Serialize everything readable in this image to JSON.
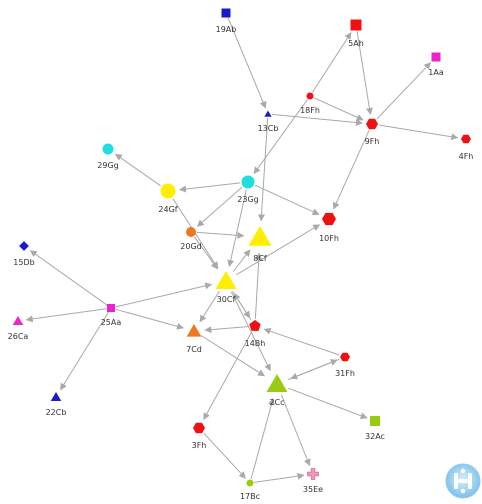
{
  "colors": {
    "edge": "#a9a9a9",
    "label": "#333333",
    "red": "#ee1111",
    "blue": "#1a1acc",
    "magenta": "#ee22cc",
    "cyan": "#22dddd",
    "yellow": "#ffee00",
    "orange": "#ee7722",
    "green": "#99cc11",
    "pink": "#ee99bb"
  },
  "nodes": [
    {
      "id": "19Ab",
      "label": "19Ab",
      "shape": "square",
      "color": "blue"
    },
    {
      "id": "5Ah",
      "label": "5Ah",
      "shape": "square",
      "color": "red"
    },
    {
      "id": "1Aa",
      "label": "1Aa",
      "shape": "square",
      "color": "magenta"
    },
    {
      "id": "18Fh",
      "label": "18Fh",
      "shape": "circle",
      "color": "red"
    },
    {
      "id": "13Cb",
      "label": "13Cb",
      "shape": "triangle",
      "color": "blue"
    },
    {
      "id": "9Fh",
      "label": "9Fh",
      "shape": "hexagon",
      "color": "red"
    },
    {
      "id": "4Fh",
      "label": "4Fh",
      "shape": "hexagon",
      "color": "red"
    },
    {
      "id": "29Gg",
      "label": "29Gg",
      "shape": "circle",
      "color": "cyan"
    },
    {
      "id": "24Gf",
      "label": "24Gf",
      "shape": "circle",
      "color": "yellow"
    },
    {
      "id": "23Gg",
      "label": "23Gg",
      "shape": "circle",
      "color": "cyan"
    },
    {
      "id": "10Fh",
      "label": "10Fh",
      "shape": "hexagon",
      "color": "red"
    },
    {
      "id": "20Gd",
      "label": "20Gd",
      "shape": "circle",
      "color": "orange"
    },
    {
      "id": "8Cf",
      "label": "8Cf",
      "shape": "triangle",
      "color": "yellow"
    },
    {
      "id": "15Db",
      "label": "15Db",
      "shape": "diamond",
      "color": "blue"
    },
    {
      "id": "30Cf",
      "label": "30Cf",
      "shape": "triangle",
      "color": "yellow"
    },
    {
      "id": "25Aa",
      "label": "25Aa",
      "shape": "square",
      "color": "magenta"
    },
    {
      "id": "26Ca",
      "label": "26Ca",
      "shape": "triangle",
      "color": "magenta"
    },
    {
      "id": "7Cd",
      "label": "7Cd",
      "shape": "triangle",
      "color": "orange"
    },
    {
      "id": "14Bh",
      "label": "14Bh",
      "shape": "pentagon",
      "color": "red"
    },
    {
      "id": "31Fh",
      "label": "31Fh",
      "shape": "hexagon",
      "color": "red"
    },
    {
      "id": "22Cb",
      "label": "22Cb",
      "shape": "triangle",
      "color": "blue"
    },
    {
      "id": "2Cc",
      "label": "2Cc",
      "shape": "triangle",
      "color": "green"
    },
    {
      "id": "32Ac",
      "label": "32Ac",
      "shape": "square",
      "color": "green"
    },
    {
      "id": "3Fh",
      "label": "3Fh",
      "shape": "hexagon",
      "color": "red"
    },
    {
      "id": "17Bc",
      "label": "17Bc",
      "shape": "circle",
      "color": "green"
    },
    {
      "id": "35Ee",
      "label": "35Ee",
      "shape": "cross",
      "color": "pink"
    }
  ],
  "edges": [
    {
      "from": "18Fh",
      "to": "5Ah"
    },
    {
      "from": "5Ah",
      "to": "9Fh"
    },
    {
      "from": "9Fh",
      "to": "1Aa"
    },
    {
      "from": "9Fh",
      "to": "4Fh"
    },
    {
      "from": "18Fh",
      "to": "9Fh"
    },
    {
      "from": "13Cb",
      "to": "9Fh"
    },
    {
      "from": "19Ab",
      "to": "13Cb"
    },
    {
      "from": "18Fh",
      "to": "23Gg"
    },
    {
      "from": "13Cb",
      "to": "8Cf"
    },
    {
      "from": "9Fh",
      "to": "10Fh"
    },
    {
      "from": "23Gg",
      "to": "24Gf"
    },
    {
      "from": "23Gg",
      "to": "10Fh"
    },
    {
      "from": "23Gg",
      "to": "20Gd"
    },
    {
      "from": "23Gg",
      "to": "30Cf"
    },
    {
      "from": "24Gf",
      "to": "29Gg"
    },
    {
      "from": "24Gf",
      "to": "30Cf"
    },
    {
      "from": "20Gd",
      "to": "8Cf"
    },
    {
      "from": "20Gd",
      "to": "30Cf"
    },
    {
      "from": "30Cf",
      "to": "8Cf"
    },
    {
      "from": "30Cf",
      "to": "10Fh"
    },
    {
      "from": "30Cf",
      "to": "7Cd"
    },
    {
      "from": "30Cf",
      "to": "14Bh"
    },
    {
      "from": "30Cf",
      "to": "2Cc"
    },
    {
      "from": "14Bh",
      "to": "8Cf"
    },
    {
      "from": "14Bh",
      "to": "30Cf"
    },
    {
      "from": "25Aa",
      "to": "15Db"
    },
    {
      "from": "25Aa",
      "to": "26Ca"
    },
    {
      "from": "25Aa",
      "to": "22Cb"
    },
    {
      "from": "25Aa",
      "to": "30Cf"
    },
    {
      "from": "25Aa",
      "to": "7Cd"
    },
    {
      "from": "7Cd",
      "to": "2Cc"
    },
    {
      "from": "14Bh",
      "to": "7Cd"
    },
    {
      "from": "31Fh",
      "to": "14Bh"
    },
    {
      "from": "31Fh",
      "to": "2Cc"
    },
    {
      "from": "2Cc",
      "to": "31Fh"
    },
    {
      "from": "2Cc",
      "to": "32Ac"
    },
    {
      "from": "2Cc",
      "to": "35Ee"
    },
    {
      "from": "14Bh",
      "to": "3Fh"
    },
    {
      "from": "3Fh",
      "to": "17Bc"
    },
    {
      "from": "17Bc",
      "to": "2Cc"
    },
    {
      "from": "17Bc",
      "to": "35Ee"
    }
  ]
}
